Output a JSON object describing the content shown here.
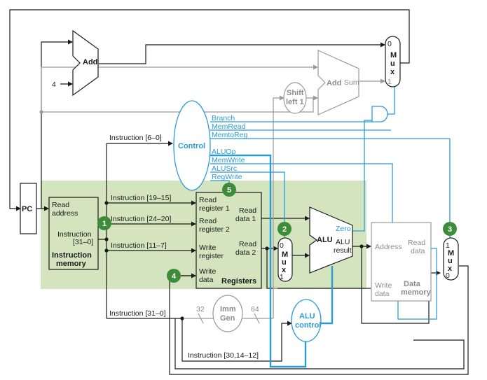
{
  "units": {
    "pc": "PC",
    "add_top": "Add",
    "add_const": "4",
    "add_branch": "Add",
    "add_branch_sum": "Sum",
    "shift": [
      "Shift",
      "left 1"
    ],
    "control": "Control",
    "imm_gen": [
      "Imm",
      "Gen"
    ],
    "imm_in_width": "32",
    "imm_out_width": "64",
    "alu": "ALU",
    "alu_zero": "Zero",
    "alu_result": [
      "ALU",
      "result"
    ],
    "alu_control": [
      "ALU",
      "control"
    ],
    "mux_letters": [
      "M",
      "u",
      "x"
    ],
    "mux_in0": "0",
    "mux_in1": "1"
  },
  "instruction_memory": {
    "read_address": [
      "Read",
      "address"
    ],
    "instruction_out": [
      "Instruction",
      "[31–0]"
    ],
    "title": [
      "Instruction",
      "memory"
    ]
  },
  "registers": {
    "read_reg1": [
      "Read",
      "register 1"
    ],
    "read_reg2": [
      "Read",
      "register 2"
    ],
    "write_reg": [
      "Write",
      "register"
    ],
    "write_data": [
      "Write",
      "data"
    ],
    "read_data1": [
      "Read",
      "data 1"
    ],
    "read_data2": [
      "Read",
      "data 2"
    ],
    "title": "Registers"
  },
  "data_memory": {
    "address": "Address",
    "read_data": [
      "Read",
      "data"
    ],
    "write_data": [
      "Write",
      "data"
    ],
    "title": [
      "Data",
      "memory"
    ]
  },
  "control_signals": [
    "Branch",
    "MemRead",
    "MemtoReg",
    "ALUOp",
    "MemWrite",
    "ALUSrc",
    "RegWrite"
  ],
  "instruction_fields": {
    "f6_0": "Instruction [6–0]",
    "f19_15": "Instruction [19–15]",
    "f24_20": "Instruction [24–20]",
    "f11_7": "Instruction [11–7]",
    "f31_0": "Instruction [31–0]",
    "f30_14_12": "Instruction [30,14–12]"
  },
  "markers": [
    "1",
    "2",
    "3",
    "4",
    "5"
  ],
  "colors": {
    "highlight": "#d3e4be",
    "marker": "#3d8c3a",
    "control": "#2b9bd6",
    "inactive": "#9a9a9a",
    "wire": "#1a1a1a"
  }
}
